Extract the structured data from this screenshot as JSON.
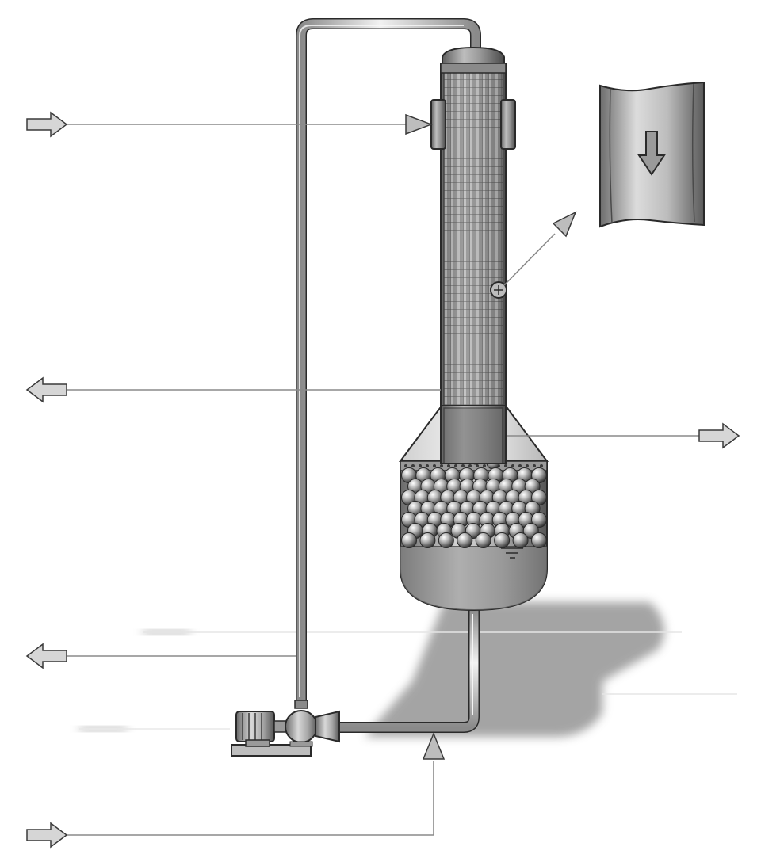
{
  "diagram": {
    "title": "",
    "labels": [],
    "colors": {
      "outline": "#2a2a2a",
      "metal_light": "#e6e6e6",
      "metal_mid": "#a9a9a9",
      "metal_dark": "#5f5f5f",
      "arrow_fill": "#cfcfcf",
      "shadow": "#7a7a7a"
    },
    "components": [
      "evaporator-column",
      "tube-bundle",
      "upper-jacket-inlets",
      "separator-vessel",
      "bead-bed",
      "circulation-pump",
      "motor",
      "recirculation-pipe",
      "return-pipe",
      "film-detail-inset"
    ],
    "icons": [
      "right-arrow-icon",
      "left-arrow-icon",
      "down-arrow-icon",
      "up-arrow-icon"
    ]
  }
}
